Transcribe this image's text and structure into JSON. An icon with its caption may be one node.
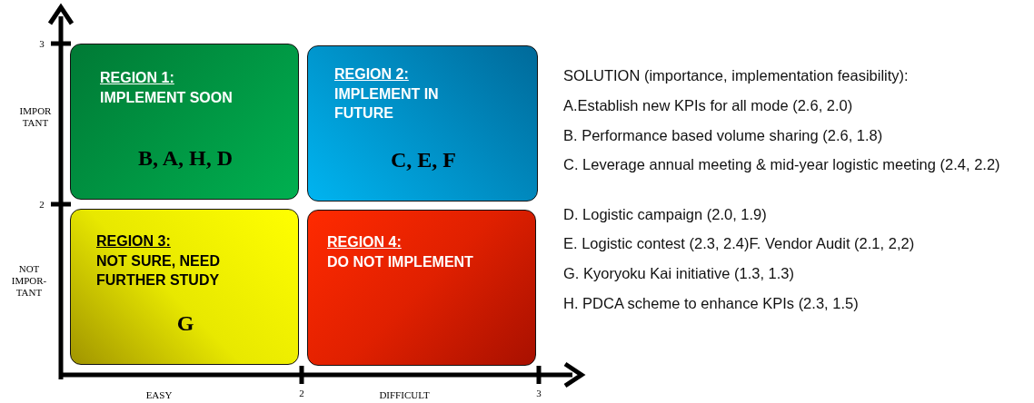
{
  "diagram": {
    "nodes": [
      {
        "text": [
          "REGION 1:",
          "IMPLEMENT SOON",
          "B, A, H, D"
        ]
      },
      {
        "text": [
          "REGION 2:",
          "IMPLEMENT IN FUTURE",
          "C, E, F"
        ]
      },
      {
        "text": [
          "REGION 3:",
          "NOT SURE, NEED FURTHER STUDY",
          "G"
        ]
      },
      {
        "text": [
          "REGION 4:",
          "DO NOT IMPLEMENT"
        ]
      }
    ],
    "edges": [],
    "labels": [
      "3",
      "IMPOR TANT",
      "2",
      "NOT IMPOR- TANT",
      "EASY",
      "2",
      "DIFFICULT",
      "3",
      "SOLUTION (importance, implementation feasibility):",
      "A.Establish new KPIs for all mode (2.6, 2.0)",
      "B. Performance based volume sharing (2.6, 1.8)",
      "C. Leverage annual meeting & mid-year logistic meeting (2.4, 2.2)",
      "D. Logistic campaign (2.0, 1.9)",
      "E. Logistic contest (2.3, 2.4)F. Vendor Audit (2.1, 2,2)",
      "G. Kyoryoku Kai initiative (1.3, 1.3)",
      "H. PDCA scheme to enhance KPIs (2.3, 1.5)"
    ]
  }
}
